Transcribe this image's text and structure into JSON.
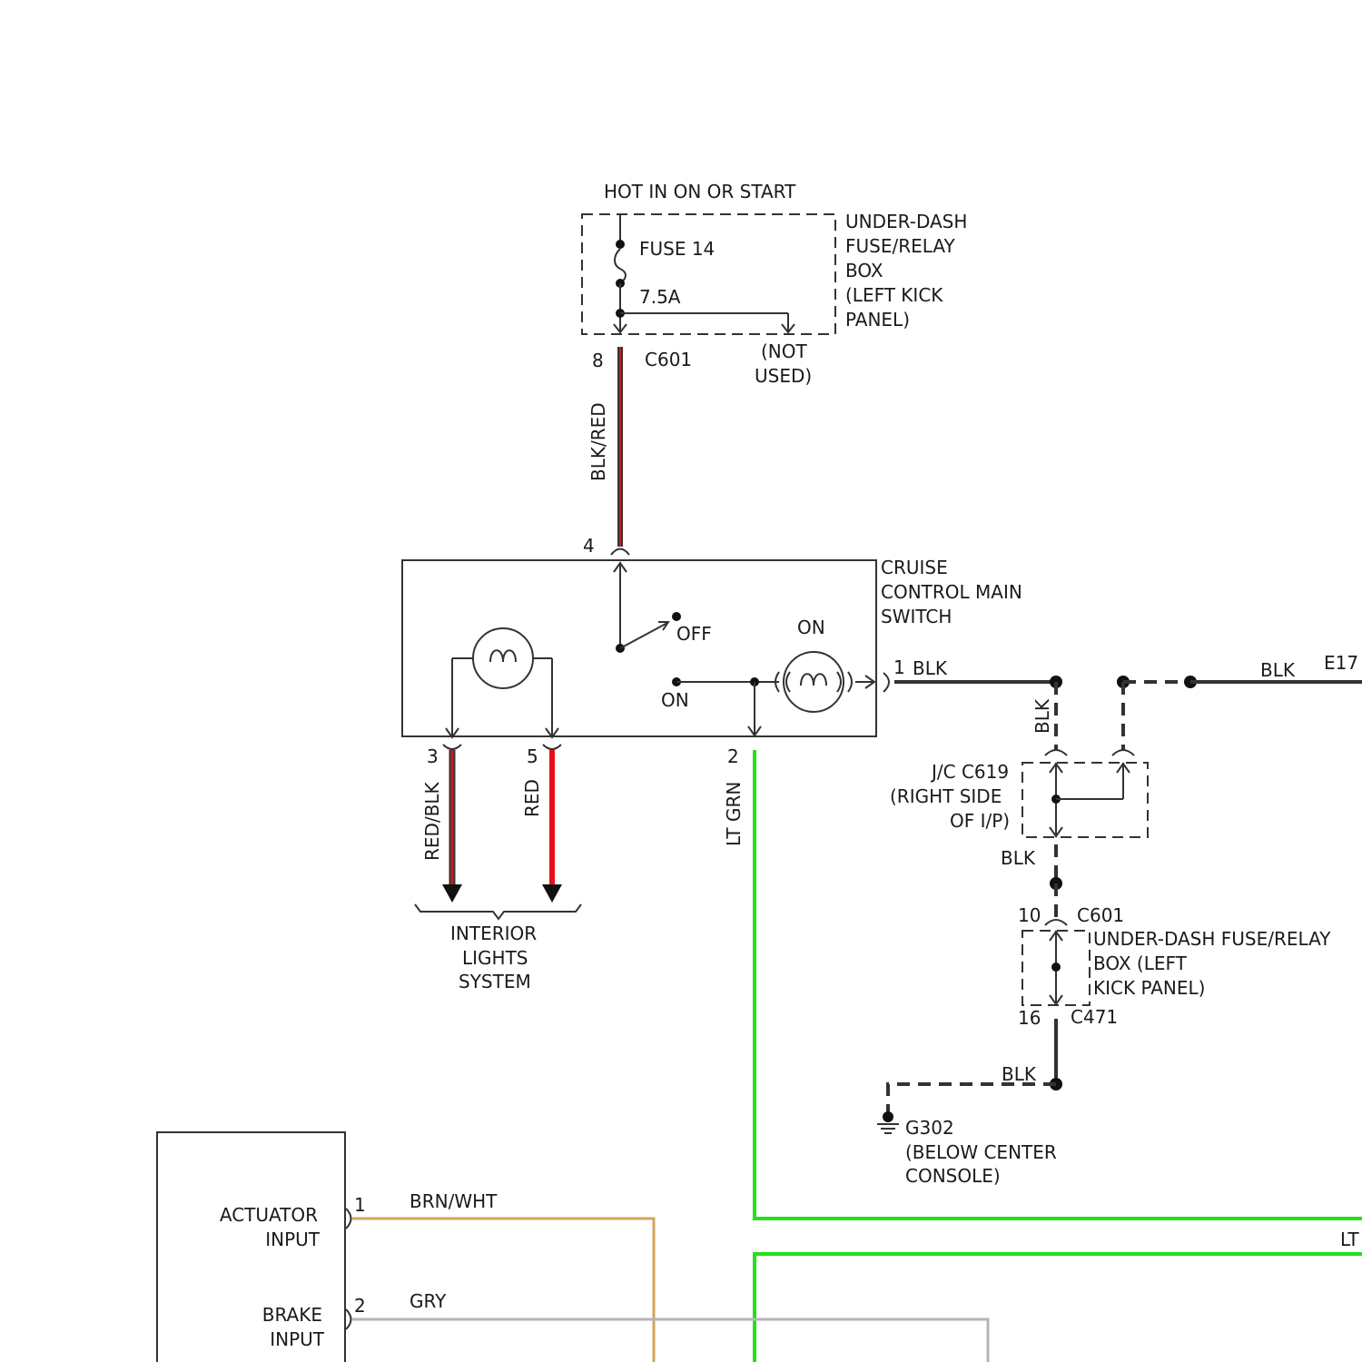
{
  "colors": {
    "black_wire": "#333333",
    "red_core": "#c41e1e",
    "red_wire": "#e8101a",
    "green_wire": "#22e11a",
    "brown_wire": "#d2a45c",
    "gray_wire": "#b4b4b4"
  },
  "fuse_box": {
    "heading": "HOT IN ON OR START",
    "fuse_name": "FUSE 14",
    "fuse_rating": "7.5A",
    "box_lines": [
      "UNDER-DASH",
      "FUSE/RELAY",
      "BOX",
      "(LEFT KICK",
      "PANEL)"
    ],
    "not_used_lines": [
      "(NOT",
      "USED)"
    ],
    "connector": "C601",
    "pin": "8"
  },
  "wire_blk_red": {
    "label": "BLK/RED"
  },
  "main_switch": {
    "title_lines": [
      "CRUISE",
      "CONTROL MAIN",
      "SWITCH"
    ],
    "input_pin": "4",
    "off_label": "OFF",
    "on_label_lamp": "ON",
    "on_label_contact": "ON",
    "pin_1": "1",
    "pin_1_wire": "BLK",
    "pin_3": "3",
    "pin_5": "5",
    "pin_2": "2"
  },
  "interior_lights": {
    "wire_3": "RED/BLK",
    "wire_5": "RED",
    "label_lines": [
      "INTERIOR",
      "LIGHTS",
      "SYSTEM"
    ]
  },
  "wire_lt_grn": {
    "label": "LT GRN",
    "label_right_fragment": "LT"
  },
  "right_side": {
    "blk_right": "BLK",
    "e17": "E17",
    "blk_vertical": "BLK",
    "jc_lines": [
      "J/C C619",
      "(RIGHT SIDE",
      "OF I/P)"
    ],
    "blk_below_jc": "BLK",
    "pin_10": "10",
    "c601": "C601",
    "relay_box_lines": [
      "UNDER-DASH FUSE/RELAY",
      "BOX (LEFT",
      "KICK PANEL)"
    ],
    "pin_16": "16",
    "c471": "C471",
    "blk_ground": "BLK",
    "ground_lines": [
      "G302",
      "(BELOW CENTER",
      "CONSOLE)"
    ]
  },
  "module": {
    "actuator_lines": [
      "ACTUATOR",
      "INPUT"
    ],
    "actuator_pin": "1",
    "actuator_wire": "BRN/WHT",
    "brake_lines": [
      "BRAKE",
      "INPUT"
    ],
    "brake_pin": "2",
    "brake_wire": "GRY"
  }
}
